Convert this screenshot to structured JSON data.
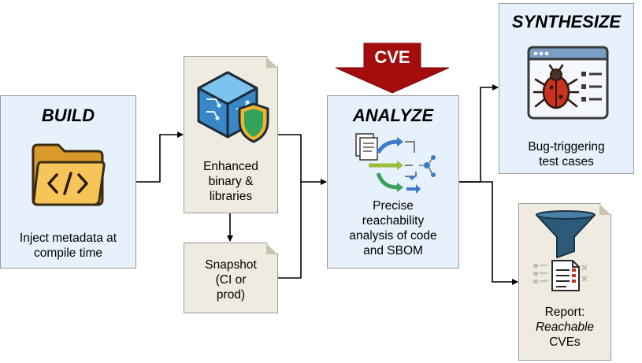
{
  "build": {
    "title": "BUILD",
    "lines": [
      "Inject metadata at",
      "compile time"
    ],
    "icon": "code-folder-icon"
  },
  "binary": {
    "lines": [
      "Enhanced",
      "binary &",
      "libraries"
    ],
    "icon": "shielded-cube-icon"
  },
  "snapshot": {
    "lines": [
      "Snapshot",
      "(CI or",
      "prod)"
    ]
  },
  "cve": {
    "label": "CVE",
    "color": "#a30d0d"
  },
  "analyze": {
    "title": "ANALYZE",
    "lines": [
      "Precise",
      "reachability",
      "analysis of code",
      "and SBOM"
    ],
    "icon": "code-flow-analysis-icon"
  },
  "synthesize": {
    "title": "SYNTHESIZE",
    "lines": [
      "Bug-triggering",
      "test cases"
    ],
    "icon": "bug-window-icon"
  },
  "report": {
    "lines": [
      "Report:",
      "Reachable",
      "CVEs"
    ],
    "icon": "funnel-report-icon"
  },
  "colors": {
    "blue_box": "#e6f1fc",
    "beige_box": "#efebe0",
    "border": "#9a9a9a",
    "arrow": "#000000"
  }
}
